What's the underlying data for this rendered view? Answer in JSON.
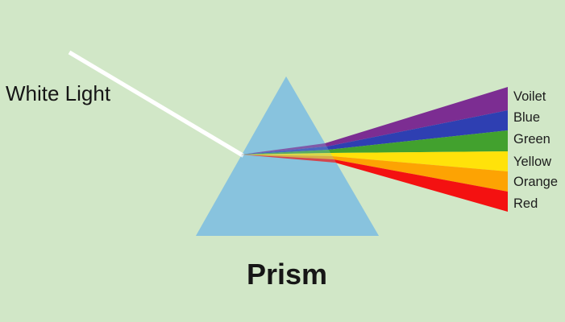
{
  "diagram": {
    "background_color": "#d1e7c7",
    "prism": {
      "label": "Prism",
      "fill_color": "#89c3de"
    },
    "light_source": {
      "label": "White Light",
      "beam_color": "#ffffff"
    },
    "spectrum": {
      "bands": [
        {
          "label": "Voilet",
          "color": "#7c2d92"
        },
        {
          "label": "Blue",
          "color": "#2e3fb2"
        },
        {
          "label": "Green",
          "color": "#42a12e"
        },
        {
          "label": "Yellow",
          "color": "#ffe20a"
        },
        {
          "label": "Orange",
          "color": "#fda303"
        },
        {
          "label": "Red",
          "color": "#f41111"
        }
      ]
    }
  }
}
